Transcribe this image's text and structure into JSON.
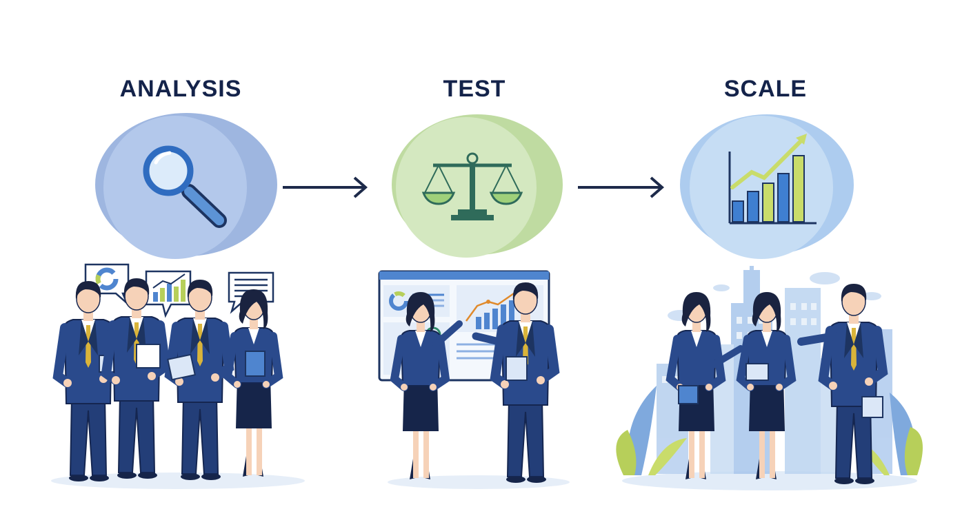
{
  "stages": [
    {
      "title": "ANALYSIS",
      "icon": "magnifying-glass-icon",
      "accent": "#9db6e2"
    },
    {
      "title": "TEST",
      "icon": "balance-scale-icon",
      "accent": "#cfe3b4"
    },
    {
      "title": "SCALE",
      "icon": "growth-chart-icon",
      "accent": "#a9c8ec"
    }
  ],
  "colors": {
    "navy": "#1d3461",
    "suit": "#2a4a8c",
    "skin": "#f6d2b8",
    "hair": "#1a2340",
    "tie": "#d9b43a",
    "arrow": "#1d2a4a",
    "lime": "#b7cf5a",
    "blue_bar": "#4f85cf"
  }
}
